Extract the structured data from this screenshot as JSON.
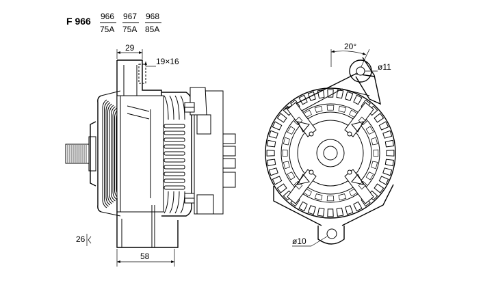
{
  "header": {
    "model": "F 966",
    "variants": [
      {
        "code": "966",
        "current": "75A"
      },
      {
        "code": "967",
        "current": "75A"
      },
      {
        "code": "968",
        "current": "85A"
      }
    ]
  },
  "dimensions": {
    "top_width": "29",
    "slot": "19×16",
    "bottom_width": "58",
    "offset": "26",
    "angle": "20°",
    "top_hole": "ø11",
    "bottom_hole": "ø10"
  }
}
